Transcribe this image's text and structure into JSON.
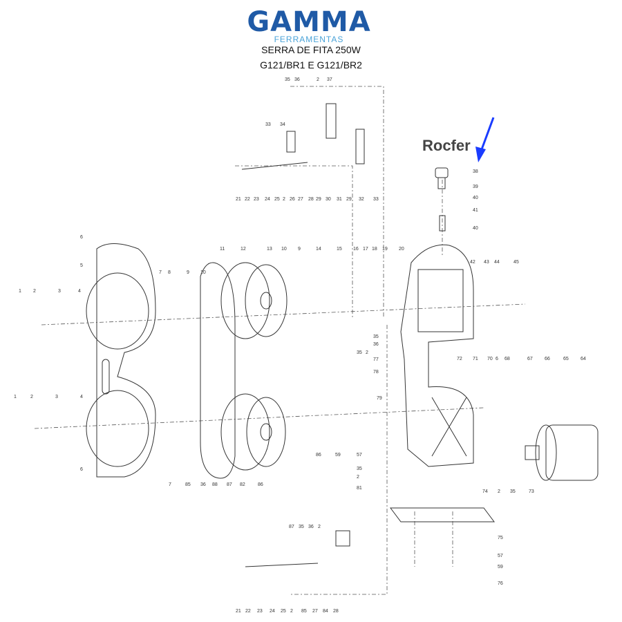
{
  "header": {
    "brand": "GAMMA",
    "brand_sub": "FERRAMENTAS",
    "title_line1": "SERRA DE FITA 250W",
    "title_line2": "G121/BR1 E G121/BR2"
  },
  "annotation": {
    "text": "Rocfer",
    "arrow_color": "#1a3cff"
  },
  "colors": {
    "brand": "#1f5aa6",
    "brand_sub": "#4aa3d8"
  },
  "part_labels": [
    "35",
    "36",
    "2",
    "37",
    "33",
    "34",
    "21",
    "22",
    "23",
    "24",
    "25",
    "2",
    "26",
    "27",
    "28",
    "29",
    "30",
    "31",
    "29",
    "32",
    "33",
    "38",
    "39",
    "40",
    "41",
    "40",
    "42",
    "43",
    "44",
    "45",
    "6",
    "5",
    "7",
    "8",
    "9",
    "10",
    "11",
    "12",
    "13",
    "10",
    "9",
    "14",
    "15",
    "16",
    "17",
    "18",
    "19",
    "20",
    "1",
    "2",
    "3",
    "4",
    "35",
    "36",
    "35",
    "2",
    "77",
    "78",
    "79",
    "72",
    "71",
    "70",
    "6",
    "68",
    "67",
    "66",
    "65",
    "64",
    "1",
    "2",
    "3",
    "4",
    "6",
    "7",
    "85",
    "36",
    "88",
    "87",
    "82",
    "86",
    "86",
    "59",
    "57",
    "35",
    "2",
    "81",
    "74",
    "2",
    "35",
    "73",
    "75",
    "57",
    "59",
    "76",
    "87",
    "35",
    "36",
    "2",
    "21",
    "22",
    "23",
    "24",
    "25",
    "2",
    "85",
    "27",
    "84",
    "28"
  ]
}
